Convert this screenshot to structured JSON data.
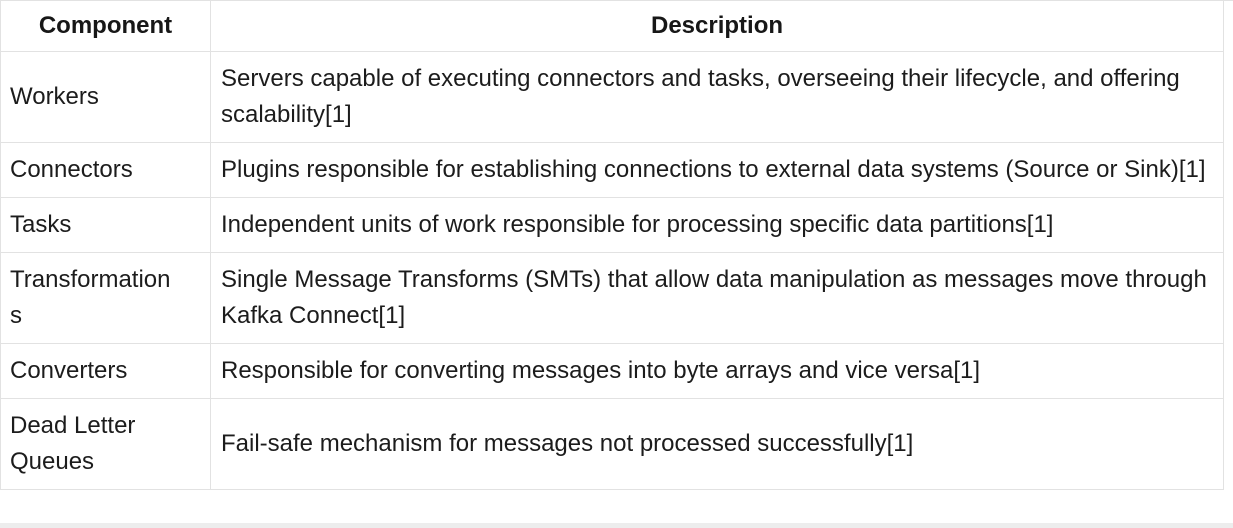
{
  "colors": {
    "background": "#ffffff",
    "border": "#e2e2e2",
    "text": "#1c1c1c",
    "header_text": "#171717",
    "bottom_strip": "#ededed"
  },
  "table": {
    "columns": [
      {
        "label": "Component"
      },
      {
        "label": "Description"
      }
    ],
    "rows": [
      {
        "component": "Workers",
        "description": "Servers capable of executing connectors and tasks, overseeing their lifecycle, and offering scalability[1]"
      },
      {
        "component": "Connectors",
        "description": "Plugins responsible for establishing connections to external data systems (Source or Sink)[1]"
      },
      {
        "component": "Tasks",
        "description": "Independent units of work responsible for processing specific data partitions[1]"
      },
      {
        "component": "Transformations",
        "description": "Single Message Transforms (SMTs) that allow data manipulation as messages move through Kafka Connect[1]"
      },
      {
        "component": "Converters",
        "description": "Responsible for converting messages into byte arrays and vice versa[1]"
      },
      {
        "component": "Dead Letter Queues",
        "description": "Fail-safe mechanism for messages not processed successfully[1]"
      }
    ]
  }
}
